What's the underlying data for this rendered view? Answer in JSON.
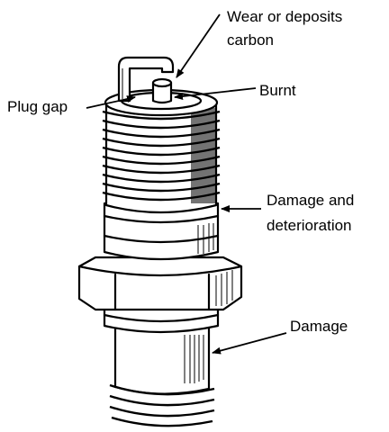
{
  "labels": {
    "wear_line1": "Wear or deposits",
    "wear_line2": "carbon",
    "plug_gap": "Plug gap",
    "burnt": "Burnt",
    "damage_deterioration_line1": "Damage and",
    "damage_deterioration_line2": "deterioration",
    "damage": "Damage"
  },
  "colors": {
    "ink": "#000000",
    "paper": "#ffffff"
  }
}
